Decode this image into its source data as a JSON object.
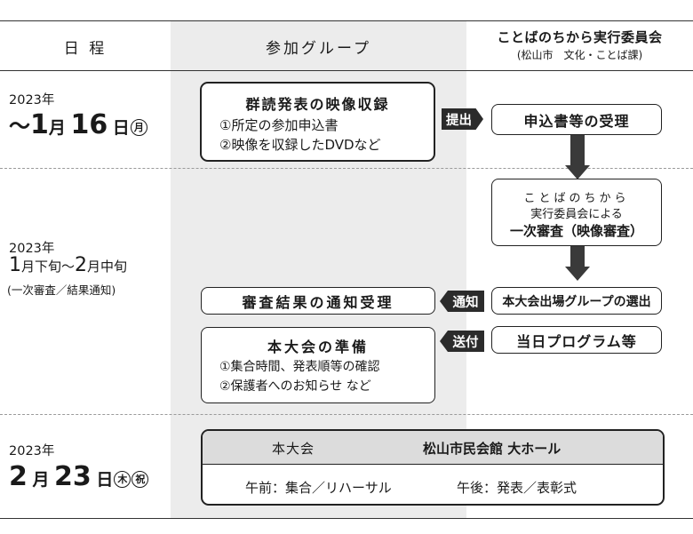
{
  "header": {
    "schedule": "日 程",
    "group": "参加グループ",
    "committee": "ことばのちから実行委員会",
    "committee_sub": "(松山市　文化・ことば課)"
  },
  "phase1": {
    "year": "2023年",
    "date_prefix": "〜",
    "month": "1",
    "month_unit": "月",
    "day": "16",
    "day_unit": "日",
    "weekday": "月",
    "group_box": {
      "title": "群読発表の映像収録",
      "item1": "①所定の参加申込書",
      "item2": "②映像を収録したDVDなど"
    },
    "tag": "提出",
    "committee_box": "申込書等の受理"
  },
  "phase2": {
    "year": "2023年",
    "period_m1": "1",
    "period_t1": "月下旬〜",
    "period_m2": "2",
    "period_t2": "月中旬",
    "note": "(一次審査／結果通知)",
    "review_box": {
      "line1": "ことばのちから",
      "line2": "実行委員会による",
      "line3": "一次審査（映像審査）"
    },
    "result_box": "審査結果の通知受理",
    "tag_notify": "通知",
    "selection_box": "本大会出場グループの選出",
    "prep_box": {
      "title": "本大会の準備",
      "item1": "①集合時間、発表順等の確認",
      "item2": "②保護者へのお知らせ など"
    },
    "tag_send": "送付",
    "program_box": "当日プログラム等"
  },
  "phase3": {
    "year": "2023年",
    "month": "2",
    "month_unit": "月",
    "day": "23",
    "day_unit": "日",
    "weekday": "木",
    "holiday": "祝",
    "event": {
      "title": "本大会",
      "venue": "松山市民会館 大ホール",
      "morning": "午前：集合／リハーサル",
      "afternoon": "午後：発表／表彰式"
    }
  }
}
